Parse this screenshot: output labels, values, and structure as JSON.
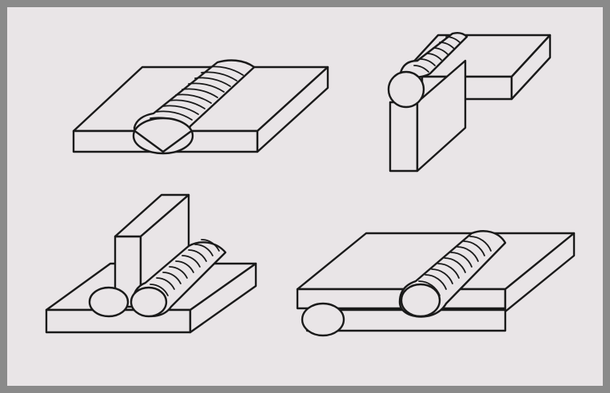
{
  "figure": {
    "panels": [
      {
        "id": "butt-joint",
        "shape": "two plates side by side with V-groove weld bead"
      },
      {
        "id": "corner-joint",
        "shape": "vertical plate meeting horizontal plate at corner with weld bead"
      },
      {
        "id": "tee-joint",
        "shape": "upright plate on base plate with fillet welds both sides"
      },
      {
        "id": "lap-joint",
        "shape": "overlapping plates with fillet welds"
      }
    ],
    "colors": {
      "background": "#e9e5e7",
      "border": "#8a8a8a",
      "ink": "#1a1a1a"
    }
  }
}
